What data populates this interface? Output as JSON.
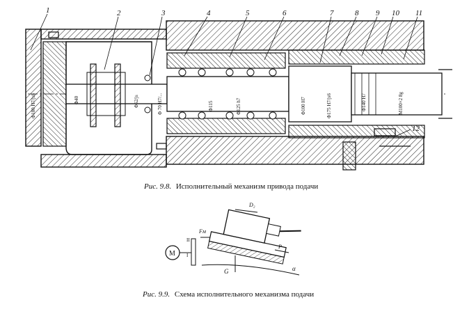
{
  "figure1": {
    "callouts": [
      "1",
      "2",
      "3",
      "4",
      "5",
      "6",
      "7",
      "8",
      "9",
      "10",
      "11",
      "12"
    ],
    "dims": [
      "Φ180 H7/js6",
      "Φ40",
      "Φ62/js",
      "Φ 70 H7/...",
      "Φ115",
      "Φ125 h7",
      "Φ100 H7",
      "Φ175 H7/js6",
      "Φ140 H7",
      "M100×2 8g"
    ],
    "caption_num": "Рис. 9.8.",
    "caption_text": "Исполнительный механизм привода подачи"
  },
  "figure2": {
    "labels": {
      "motor": "M",
      "d": "D₂",
      "f": "Fм",
      "p": "P",
      "g": "G",
      "alpha": "α",
      "n1": "I",
      "n2": "II"
    },
    "caption_num": "Рис. 9.9.",
    "caption_text": "Схема исполнительного механизма подачи"
  }
}
